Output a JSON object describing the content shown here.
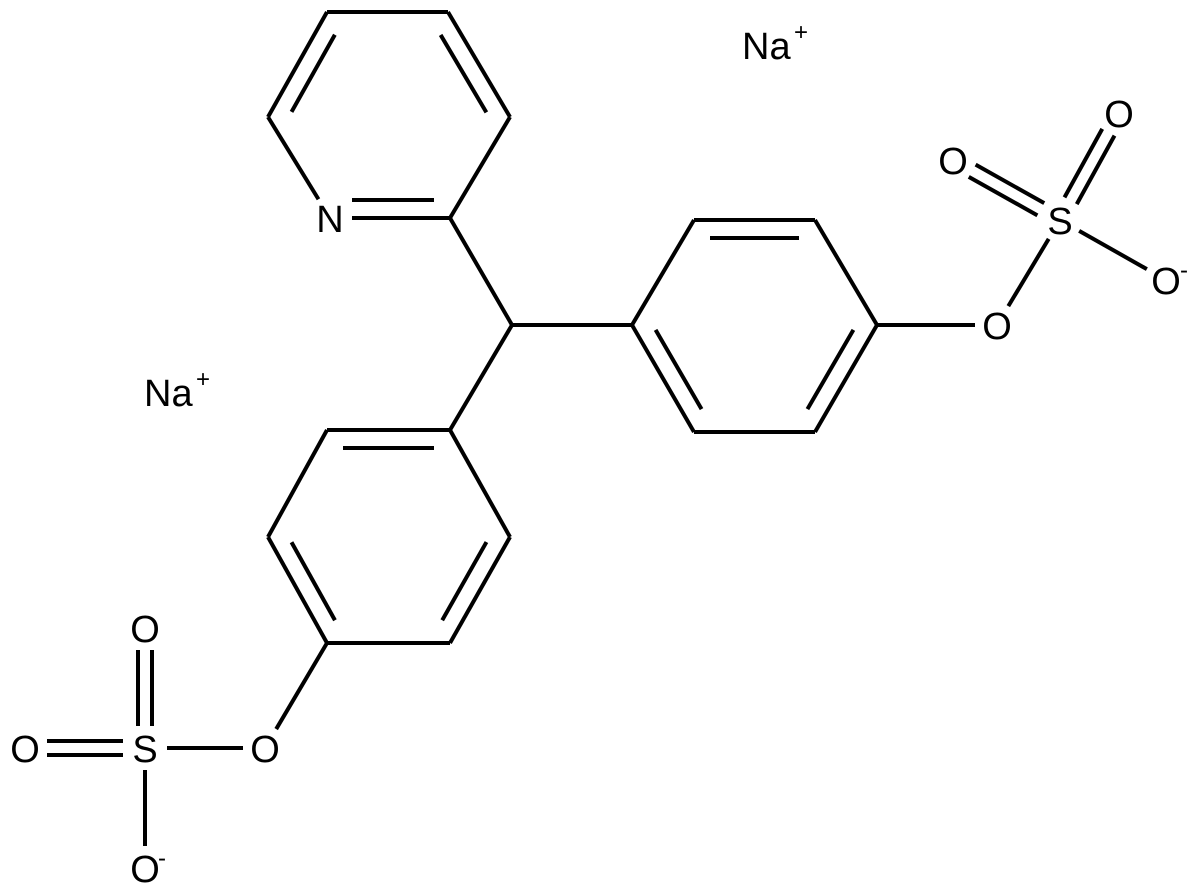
{
  "structure": {
    "colors": {
      "bond": "#000000",
      "background": "#ffffff"
    },
    "atoms": {
      "pyridine_n": "N",
      "na1": "Na",
      "na2": "Na",
      "na_charge": "+",
      "o_link_right": "O",
      "s_right": "S",
      "o_right_a": "O",
      "o_right_b": "O",
      "o_right_minus": "O",
      "o_link_left": "O",
      "s_left": "S",
      "o_left_a": "O",
      "o_left_b": "O",
      "o_left_minus": "O",
      "minus_charge": "-"
    }
  }
}
